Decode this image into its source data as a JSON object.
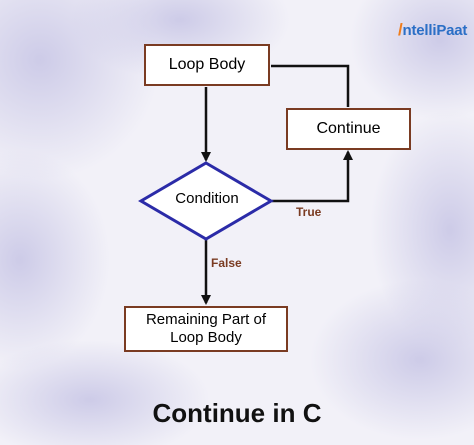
{
  "logo": {
    "mark": "/",
    "text": "ntelliPaat"
  },
  "nodes": {
    "loop_body": "Loop Body",
    "condition": "Condition",
    "continue": "Continue",
    "remaining_line1": "Remaining Part of",
    "remaining_line2": "Loop Body"
  },
  "edges": {
    "true_label": "True",
    "false_label": "False"
  },
  "caption": "Continue in C",
  "colors": {
    "box_border": "#7a3b22",
    "diamond_border": "#2b2ba8",
    "arrow": "#111111",
    "label": "#7a3b22"
  }
}
